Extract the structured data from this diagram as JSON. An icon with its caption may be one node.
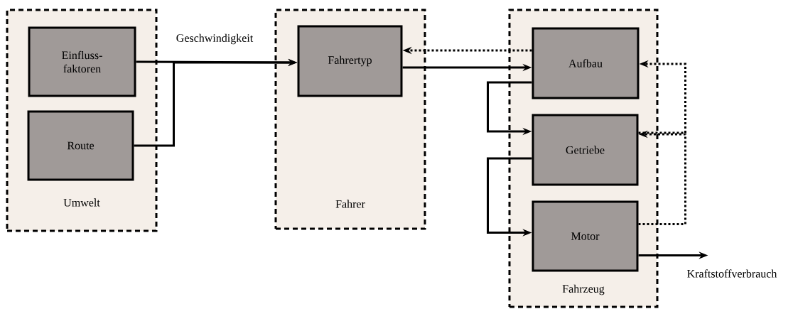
{
  "diagram": {
    "nodes": [
      {
        "text": [
          "Umwelt"
        ]
      },
      {
        "text": [
          "Einfluss- faktoren"
        ],
        "in": 0
      },
      {
        "text": [
          "Route"
        ],
        "in": 0
      },
      {
        "text": [
          "Fahrer"
        ]
      },
      {
        "text": [
          "Fahrertyp"
        ],
        "in": 3
      },
      {
        "text": [
          "Fahrzeug"
        ]
      },
      {
        "text": [
          "Aufbau"
        ],
        "in": 5
      },
      {
        "text": [
          "Getriebe"
        ],
        "in": 5
      },
      {
        "text": [
          "Motor"
        ],
        "in": 5
      }
    ],
    "edges": [
      {
        "from": 1,
        "to": 4,
        "arrow": "to",
        "label": "Geschwindigkeit"
      },
      {
        "from": 2,
        "to": 4,
        "arrow": "to"
      },
      {
        "from": 4,
        "to": 6,
        "arrow": "to"
      },
      {
        "from": 6,
        "to": 4,
        "arrow": "to",
        "style": "dashed"
      },
      {
        "from": 6,
        "to": 7,
        "arrow": "to"
      },
      {
        "from": 7,
        "to": 6,
        "arrow": "to",
        "style": "dashed"
      },
      {
        "from": 7,
        "to": 8,
        "arrow": "to"
      },
      {
        "from": 8,
        "to": 7,
        "arrow": "to",
        "style": "dashed"
      },
      {
        "from": 8,
        "to": null,
        "arrow": "to",
        "label": "Kraftstoffverbrauch"
      }
    ]
  }
}
